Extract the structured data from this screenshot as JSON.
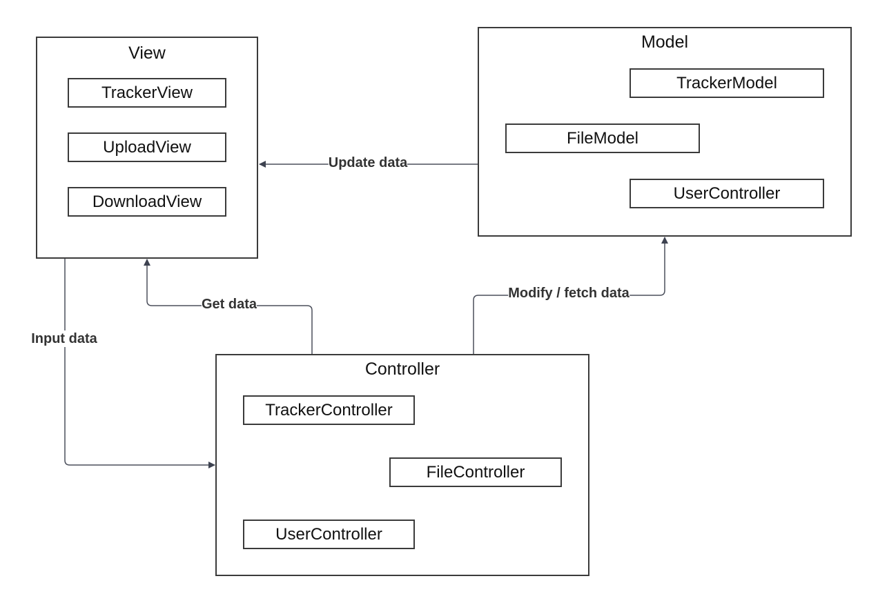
{
  "view": {
    "title": "View",
    "items": [
      "TrackerView",
      "UploadView",
      "DownloadView"
    ]
  },
  "model": {
    "title": "Model",
    "items": [
      "TrackerModel",
      "FileModel",
      "UserController"
    ]
  },
  "controller": {
    "title": "Controller",
    "items": [
      "TrackerController",
      "FileController",
      "UserController"
    ]
  },
  "edges": {
    "update_data": "Update data",
    "get_data": "Get data",
    "input_data": "Input data",
    "modify_fetch_data": "Modify / fetch data"
  },
  "colors": {
    "stroke": "#3a3a3a",
    "connector": "#4a4e5a",
    "label": "#333333"
  }
}
